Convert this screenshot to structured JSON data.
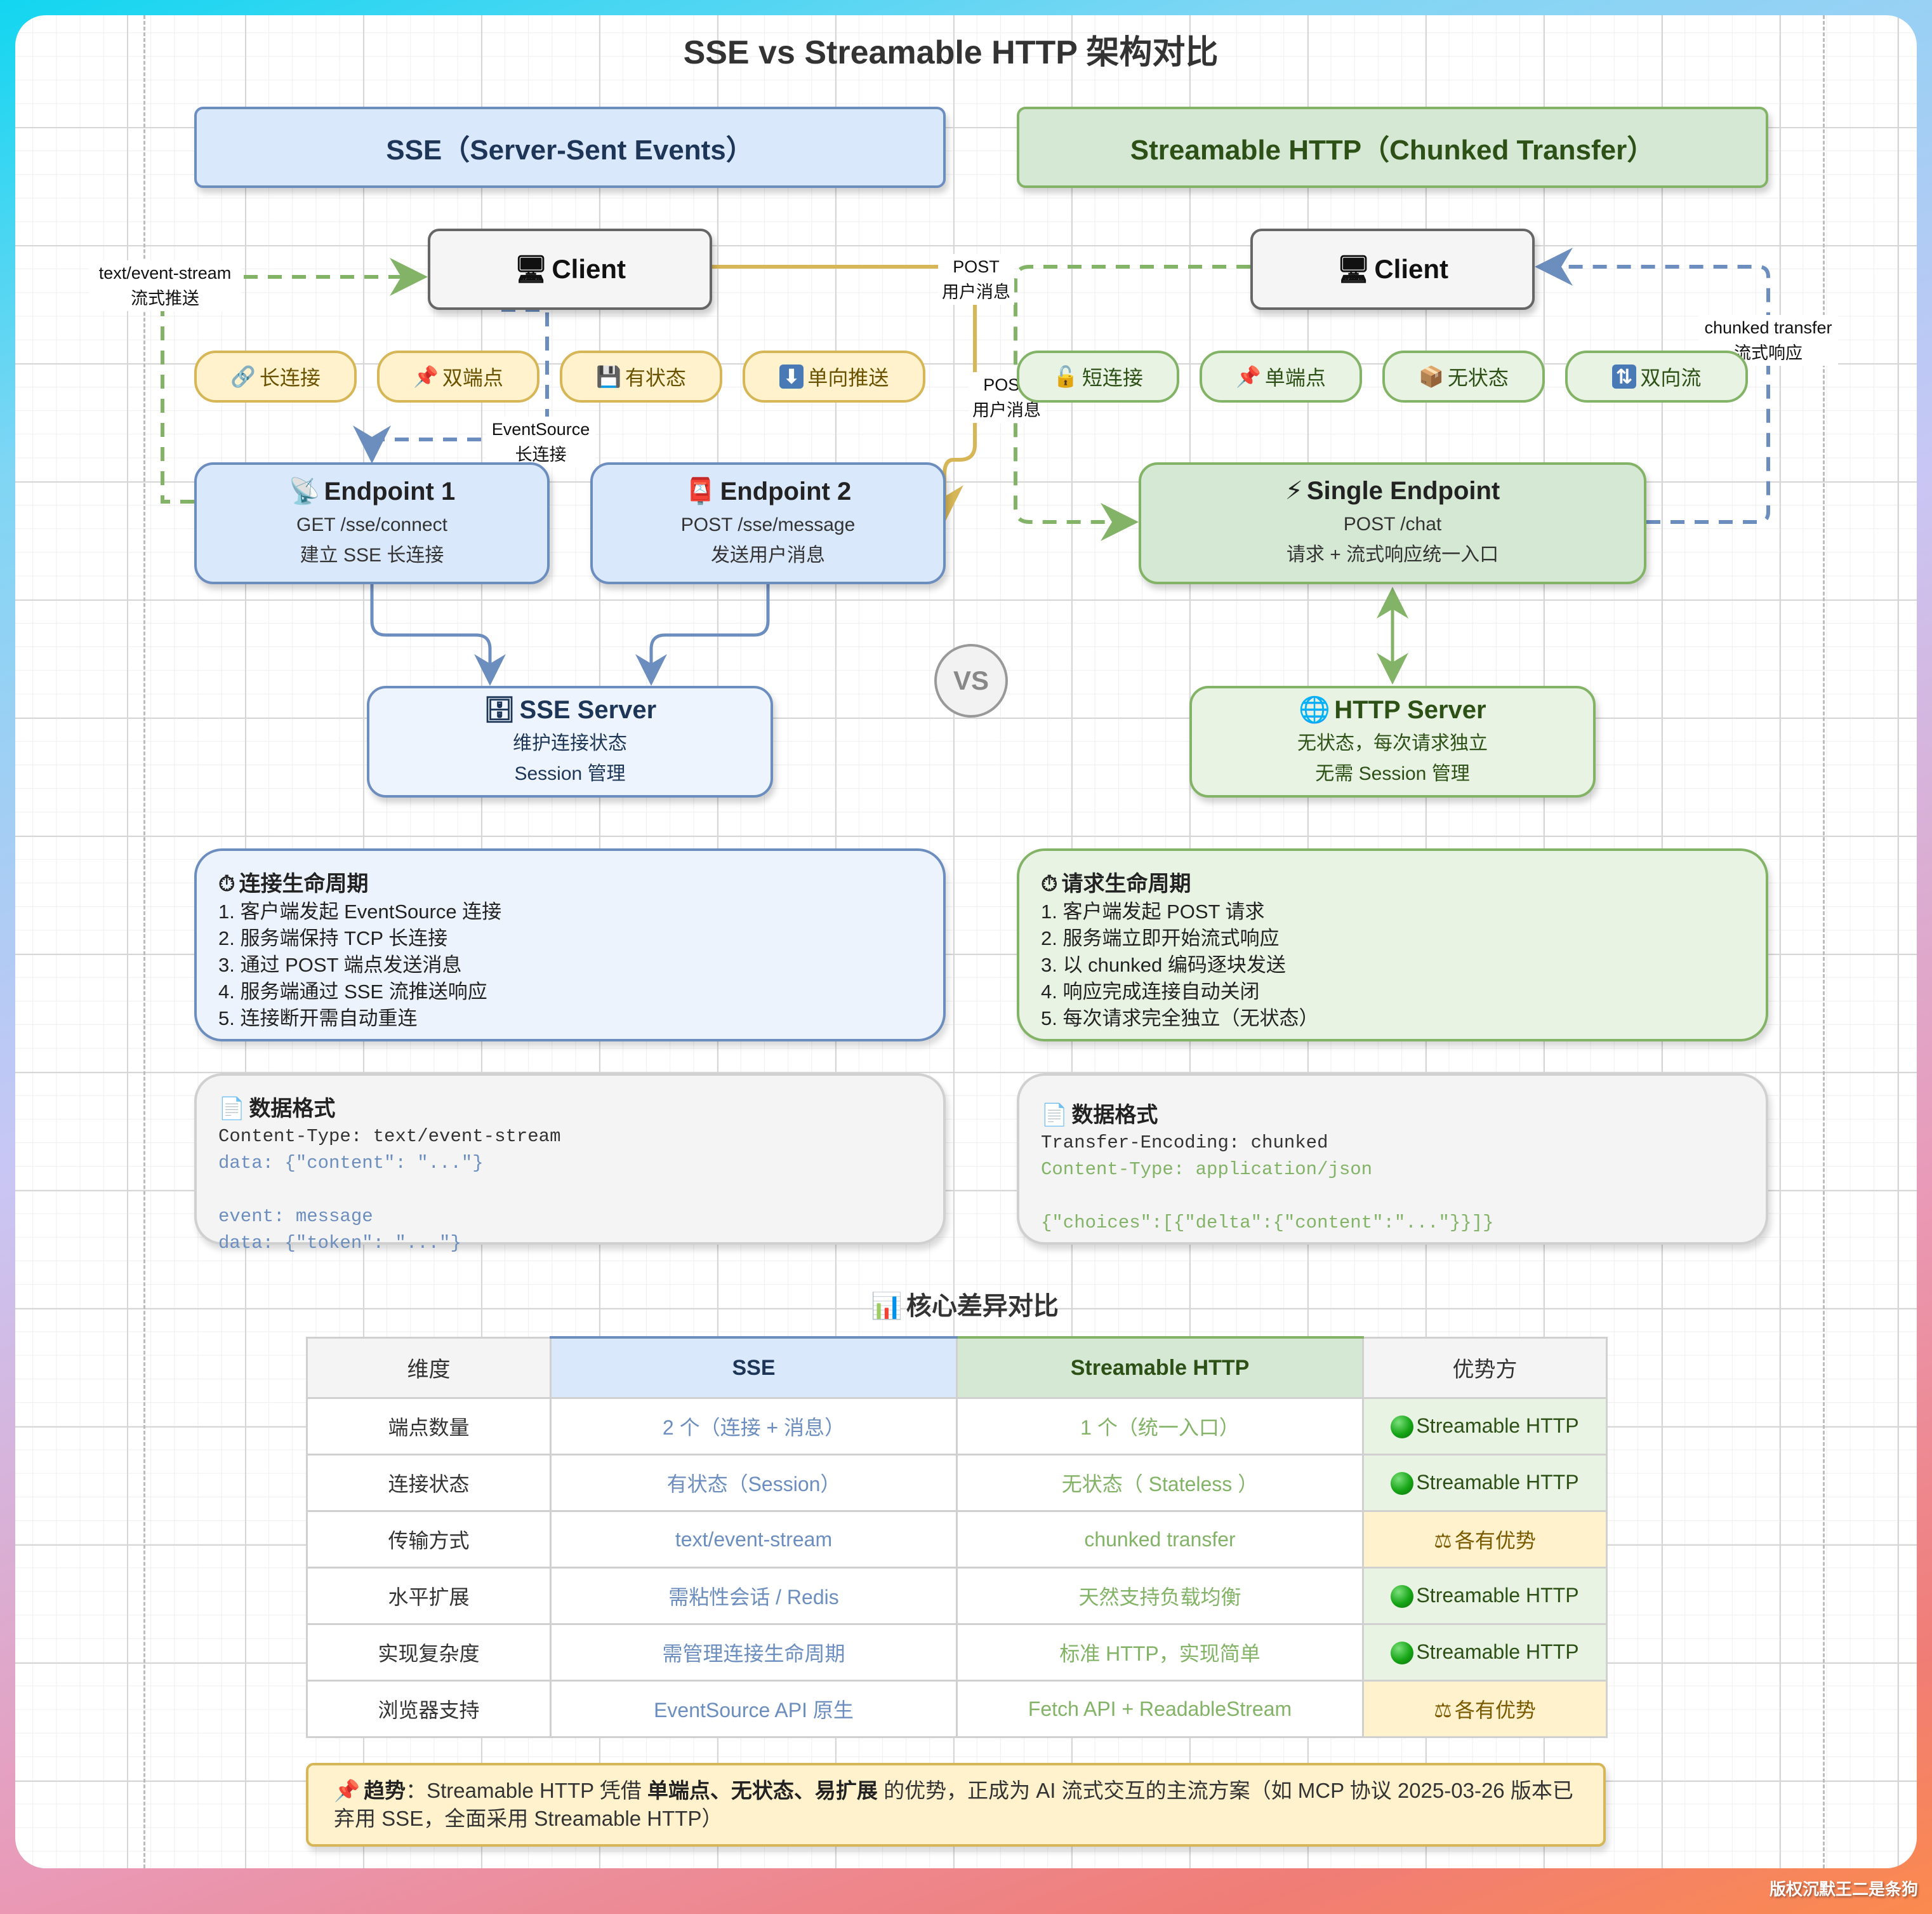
{
  "title": "SSE vs Streamable HTTP 架构对比",
  "sse": {
    "header": "SSE（Server-Sent Events）",
    "client": {
      "icon": "computer-icon",
      "label": "Client"
    },
    "tags": [
      {
        "icon": "🔗",
        "icon_name": "link-icon",
        "label": "长连接"
      },
      {
        "icon": "📌",
        "icon_name": "pushpin-icon",
        "label": "双端点"
      },
      {
        "icon": "💾",
        "icon_name": "floppy-disk-icon",
        "label": "有状态"
      },
      {
        "icon": "⬇",
        "icon_name": "down-arrow-icon",
        "label": "单向推送"
      }
    ],
    "endpoint1": {
      "icon": "📡",
      "title": "Endpoint 1",
      "line1": "GET /sse/connect",
      "line2": "建立 SSE 长连接"
    },
    "endpoint2": {
      "icon": "📮",
      "title": "Endpoint 2",
      "line1": "POST /sse/message",
      "line2": "发送用户消息"
    },
    "server": {
      "icon": "🗄",
      "title": "SSE Server",
      "line1": "维护连接状态",
      "line2": "Session 管理"
    },
    "edges": {
      "stream_label_1": "text/event-stream",
      "stream_label_2": "流式推送",
      "eventsource_label_1": "EventSource",
      "eventsource_label_2": "长连接",
      "post_label_1": "POST",
      "post_label_2": "用户消息"
    },
    "lifecycle": {
      "icon": "⏱",
      "title": "连接生命周期",
      "items": [
        "1. 客户端发起 EventSource 连接",
        "2. 服务端保持 TCP 长连接",
        "3. 通过 POST 端点发送消息",
        "4. 服务端通过 SSE 流推送响应",
        "5. 连接断开需自动重连"
      ]
    },
    "format": {
      "icon": "📄",
      "title": "数据格式",
      "lines": [
        {
          "text": "Content-Type: text/event-stream",
          "color": "#333333"
        },
        {
          "text": "data: {\"content\": \"...\"}",
          "color": "#6c8ebf"
        },
        {
          "text": "",
          "color": "#333333"
        },
        {
          "text": "event: message",
          "color": "#6c8ebf"
        },
        {
          "text": "data: {\"token\": \"...\"}",
          "color": "#6c8ebf"
        }
      ]
    }
  },
  "streamable": {
    "header": "Streamable HTTP（Chunked Transfer）",
    "client": {
      "icon": "computer-icon",
      "label": "Client"
    },
    "tags": [
      {
        "icon": "🔓",
        "icon_name": "unlock-icon",
        "label": "短连接"
      },
      {
        "icon": "📌",
        "icon_name": "pushpin-icon",
        "label": "单端点"
      },
      {
        "icon": "📦",
        "icon_name": "package-icon",
        "label": "无状态"
      },
      {
        "icon": "⇅",
        "icon_name": "up-down-arrows-icon",
        "label": "双向流"
      }
    ],
    "endpoint": {
      "icon": "⚡",
      "title": "Single Endpoint",
      "line1": "POST /chat",
      "line2": "请求 + 流式响应统一入口"
    },
    "server": {
      "icon": "🌐",
      "title": "HTTP Server",
      "line1": "无状态，每次请求独立",
      "line2": "无需 Session 管理"
    },
    "edges": {
      "post_label_1": "POST",
      "post_label_2": "用户消息",
      "chunked_label_1": "chunked transfer",
      "chunked_label_2": "流式响应"
    },
    "lifecycle": {
      "icon": "⏱",
      "title": "请求生命周期",
      "items": [
        "1. 客户端发起 POST 请求",
        "2. 服务端立即开始流式响应",
        "3. 以 chunked 编码逐块发送",
        "4. 响应完成连接自动关闭",
        "5. 每次请求完全独立（无状态）"
      ]
    },
    "format": {
      "icon": "📄",
      "title": "数据格式",
      "lines": [
        {
          "text": "Transfer-Encoding: chunked",
          "color": "#333333"
        },
        {
          "text": "Content-Type: application/json",
          "color": "#82b366"
        },
        {
          "text": "",
          "color": "#333333"
        },
        {
          "text": "{\"choices\":[{\"delta\":{\"content\":\"...\"}}]}",
          "color": "#82b366"
        }
      ]
    }
  },
  "vs_label": "VS",
  "comparison": {
    "icon": "📊",
    "title": "核心差异对比",
    "headers": [
      "维度",
      "SSE",
      "Streamable HTTP",
      "优势方"
    ],
    "rows": [
      {
        "dim": "端点数量",
        "sse": "2 个（连接 + 消息）",
        "sh": "1 个（统一入口）",
        "winner": "Streamable HTTP",
        "winner_type": "green"
      },
      {
        "dim": "连接状态",
        "sse": "有状态（Session）",
        "sh": "无状态（ Stateless ）",
        "winner": "Streamable HTTP",
        "winner_type": "green"
      },
      {
        "dim": "传输方式",
        "sse": "text/event-stream",
        "sh": "chunked transfer",
        "winner": "各有优势",
        "winner_type": "tie"
      },
      {
        "dim": "水平扩展",
        "sse": "需粘性会话 / Redis",
        "sh": "天然支持负载均衡",
        "winner": "Streamable HTTP",
        "winner_type": "green"
      },
      {
        "dim": "实现复杂度",
        "sse": "需管理连接生命周期",
        "sh": "标准 HTTP，实现简单",
        "winner": "Streamable HTTP",
        "winner_type": "green"
      },
      {
        "dim": "浏览器支持",
        "sse": "EventSource API 原生",
        "sh": "Fetch API + ReadableStream",
        "winner": "各有优势",
        "winner_type": "tie"
      }
    ]
  },
  "trend": {
    "icon": "📌",
    "label": "趋势",
    "text_1": "：Streamable HTTP 凭借 ",
    "bold": "单端点、无状态、易扩展",
    "text_2": " 的优势，正成为 AI 流式交互的主流方案（如 MCP 协议 2025-03-26 版本已弃用 SSE，全面采用 Streamable HTTP）"
  },
  "watermark": "版权沉默王二是条狗",
  "colors": {
    "sse_blue": "#6c8ebf",
    "sse_fill": "#dae8fc",
    "sh_green": "#82b366",
    "sh_fill": "#d5e8d4",
    "tag_yellow_fill": "#fff2cc",
    "tag_yellow_border": "#d6b656"
  }
}
